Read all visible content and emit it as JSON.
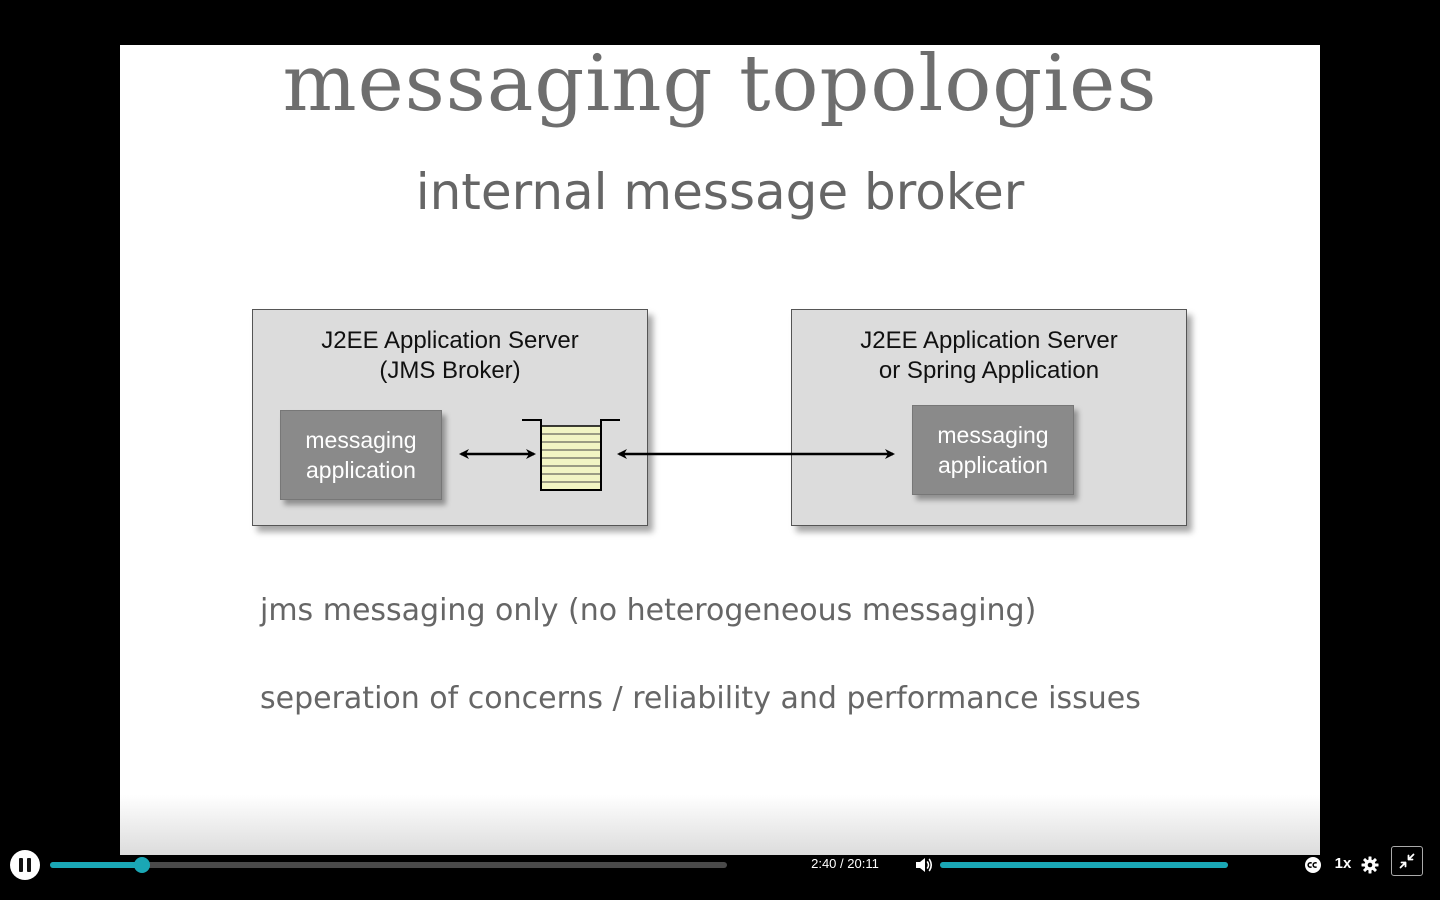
{
  "slide": {
    "title": "messaging topologies",
    "subtitle": "internal message broker",
    "diagram": {
      "left_server": {
        "line1": "J2EE Application Server",
        "line2": "(JMS Broker)"
      },
      "left_app": {
        "line1": "messaging",
        "line2": "application"
      },
      "right_server": {
        "line1": "J2EE Application Server",
        "line2": "or Spring Application"
      },
      "right_app": {
        "line1": "messaging",
        "line2": "application"
      }
    },
    "bullets": [
      "jms messaging only (no heterogeneous messaging)",
      "seperation of concerns / reliability and performance issues"
    ]
  },
  "controls": {
    "progress_fraction": 0.1358,
    "time_current": "2:40",
    "time_separator": "/",
    "time_total": "20:11",
    "volume_fraction": 1.0,
    "speed_label": "1x",
    "accent_color": "#1aa7b5"
  }
}
